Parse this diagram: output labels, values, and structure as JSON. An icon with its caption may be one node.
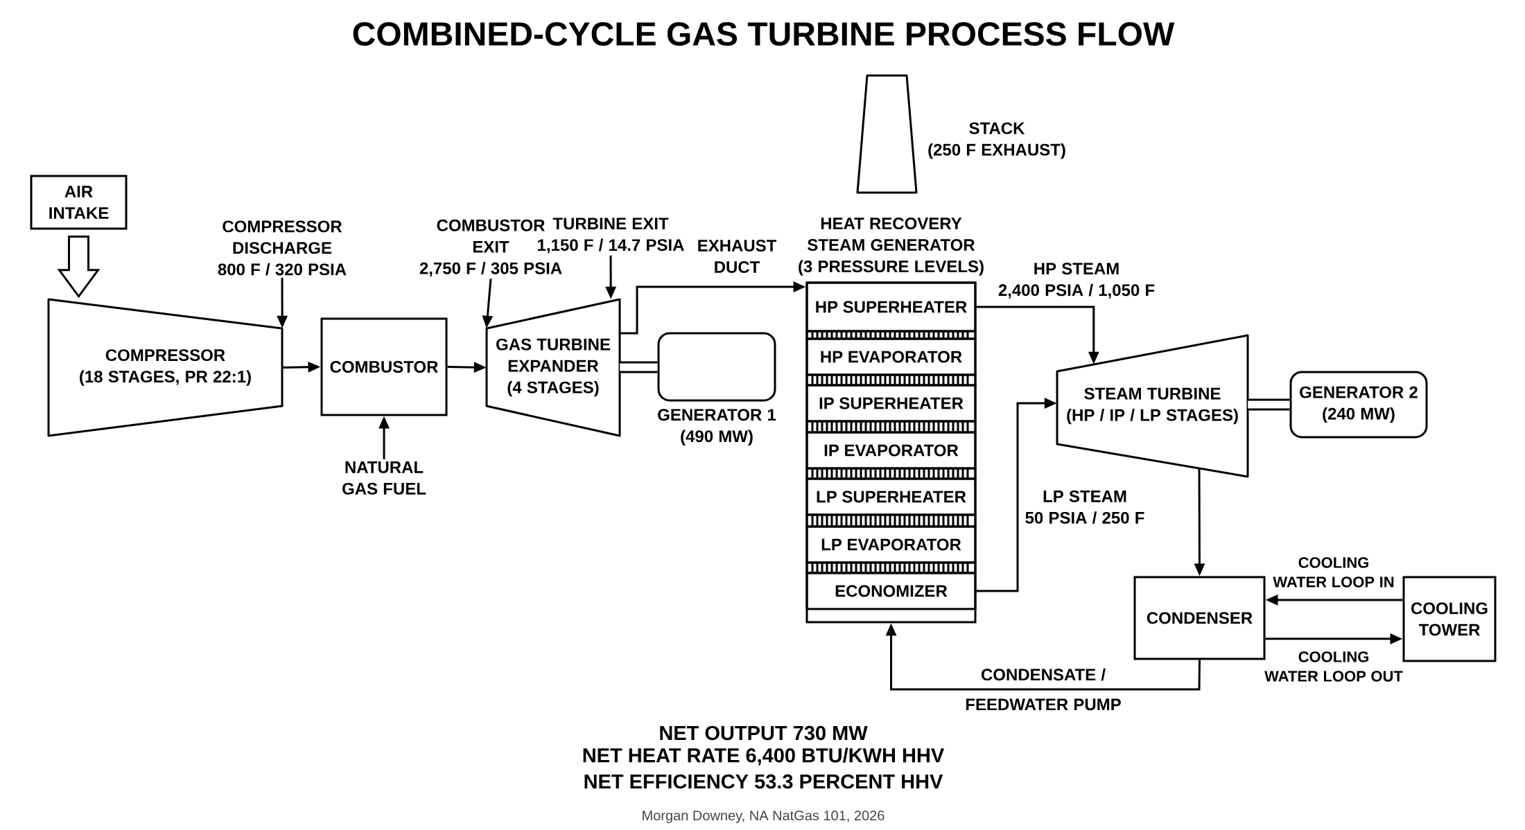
{
  "diagram": {
    "title": "COMBINED-CYCLE GAS TURBINE PROCESS FLOW",
    "nodes": [
      {
        "text": [
          "AIR INTAKE"
        ]
      },
      {
        "text": [
          "COMPRESSOR (18 STAGES, PR 22:1)"
        ]
      },
      {
        "text": [
          "COMPRESSOR DISCHARGE 800 F / 320 PSIA"
        ]
      },
      {
        "text": [
          "COMBUSTOR"
        ]
      },
      {
        "text": [
          "NATURAL GAS FUEL"
        ]
      },
      {
        "text": [
          "COMBUSTOR EXIT 2,750 F / 305 PSIA"
        ]
      },
      {
        "text": [
          "TURBINE EXIT 1,150 F / 14.7 PSIA"
        ]
      },
      {
        "text": [
          "GAS TURBINE EXPANDER (4 STAGES)"
        ]
      },
      {
        "text": [
          "GENERATOR 1 (490 MW)"
        ]
      },
      {
        "text": [],
        "shape": "chimney",
        "beside": [
          "STACK (250 F EXHAUST)"
        ]
      },
      {
        "text": [
          "HEAT RECOVERY STEAM GENERATOR (3 PRESSURE LEVELS)"
        ]
      },
      {
        "text": [
          "HP SUPERHEATER"
        ],
        "in": 10
      },
      {
        "text": [
          "HP EVAPORATOR"
        ],
        "in": 10
      },
      {
        "text": [
          "IP SUPERHEATER"
        ],
        "in": 10
      },
      {
        "text": [
          "IP EVAPORATOR"
        ],
        "in": 10
      },
      {
        "text": [
          "LP SUPERHEATER"
        ],
        "in": 10
      },
      {
        "text": [
          "LP EVAPORATOR"
        ],
        "in": 10
      },
      {
        "text": [
          "ECONOMIZER"
        ],
        "in": 10
      },
      {
        "text": [
          "STEAM TURBINE (HP / IP / LP STAGES)"
        ]
      },
      {
        "text": [
          "GENERATOR 2 (240 MW)"
        ]
      },
      {
        "text": [
          "CONDENSER"
        ]
      },
      {
        "text": [
          "COOLING TOWER"
        ]
      }
    ],
    "edges": [
      {
        "from": 0,
        "to": 1,
        "arrow": "to",
        "style": "thick"
      },
      {
        "from": 1,
        "to": 3,
        "arrow": "to"
      },
      {
        "from": 3,
        "to": 7,
        "arrow": "to"
      },
      {
        "from": 4,
        "to": 3,
        "arrow": "to"
      },
      {
        "from": 2,
        "to": 1,
        "arrow": "to"
      },
      {
        "from": 5,
        "to": 7,
        "arrow": "to"
      },
      {
        "from": 6,
        "to": 7,
        "arrow": "to"
      },
      {
        "from": 7,
        "to": 10,
        "arrow": "to",
        "label": "EXHAUST DUCT"
      },
      {
        "from": 7,
        "to": 8,
        "arrow": "none",
        "style": "thick"
      },
      {
        "from": 11,
        "to": 18,
        "arrow": "to",
        "label": "HP STEAM 2,400 PSIA / 1,050 F"
      },
      {
        "from": 17,
        "to": 18,
        "arrow": "to",
        "label": "LP STEAM 50 PSIA / 250 F"
      },
      {
        "from": 18,
        "to": 19,
        "arrow": "none",
        "style": "thick"
      },
      {
        "from": 18,
        "to": 20,
        "arrow": "to"
      },
      {
        "from": 21,
        "to": 20,
        "arrow": "to",
        "label": "COOLING WATER LOOP IN"
      },
      {
        "from": 20,
        "to": 21,
        "arrow": "to",
        "label": "COOLING WATER LOOP OUT"
      },
      {
        "from": 20,
        "to": 10,
        "arrow": "to",
        "label": "CONDENSATE / FEEDWATER PUMP"
      }
    ],
    "labels": [
      "NET OUTPUT 730 MW",
      "NET HEAT RATE 6,400 BTU/KWH HHV",
      "NET EFFICIENCY 53.3 PERCENT HHV",
      "Morgan Downey, NA NatGas 101, 2026"
    ]
  }
}
